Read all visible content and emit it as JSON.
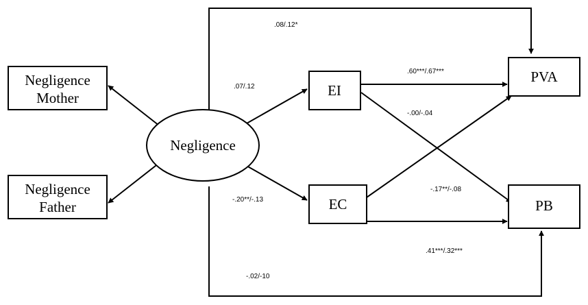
{
  "nodes": {
    "negligence": "Negligence",
    "neg_mother_line1": "Negligence",
    "neg_mother_line2": "Mother",
    "neg_father_line1": "Negligence",
    "neg_father_line2": "Father",
    "ei": "EI",
    "ec": "EC",
    "pva": "PVA",
    "pb": "PB"
  },
  "coefficients": {
    "neg_to_pva": ".08/.12*",
    "neg_to_ei": ".07/.12",
    "ei_to_pva": ".60***/.67***",
    "ei_to_pb": "-.00/-.04",
    "neg_to_ec": "-.20**/-.13",
    "ec_to_pva": "-.17**/-.08",
    "ec_to_pb": ".41***/.32***",
    "neg_to_pb": "-.02/-10"
  }
}
